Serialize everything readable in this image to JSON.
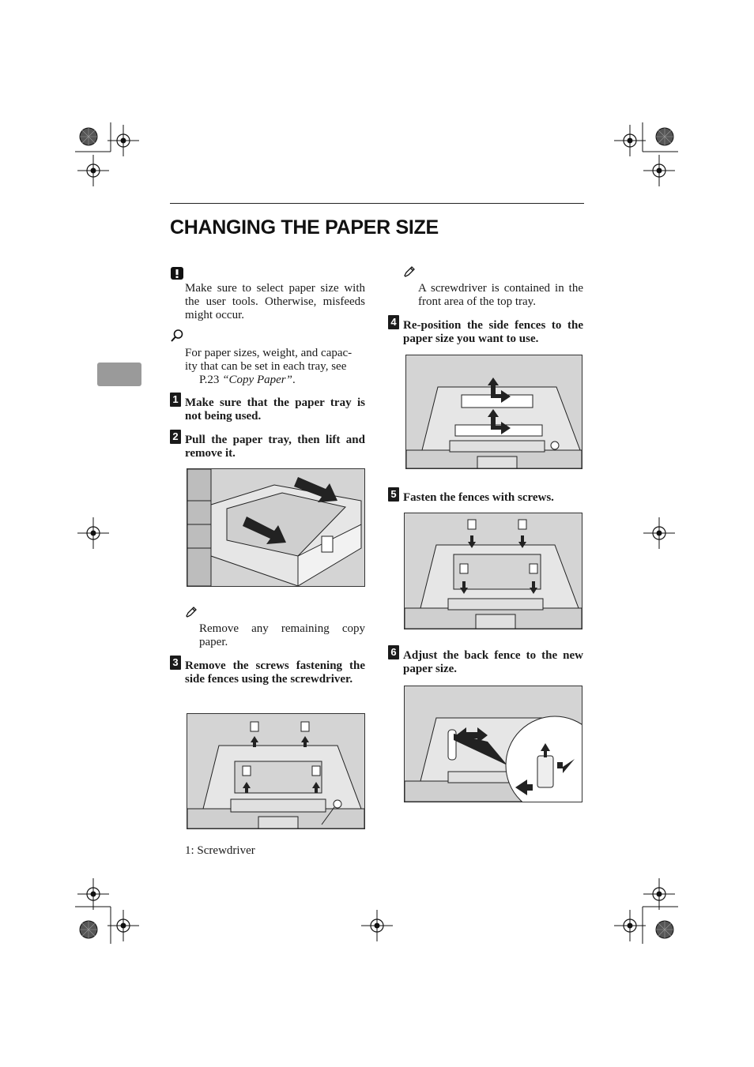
{
  "page": {
    "title": "CHANGING THE PAPER SIZE"
  },
  "left_column": {
    "important_text": "Make sure to select paper size with the user tools. Otherwise, misfeeds might occur.",
    "reference_text_main": "For paper sizes, weight, and capacity that can be set in each tray, see",
    "reference_line1": "For paper sizes, weight, and capac-",
    "reference_line2": "ity that can be set in each tray, see",
    "reference_page": "P.23",
    "reference_link": "“Copy Paper”",
    "reference_end": ".",
    "step1_num": "1",
    "step1_text": "Make sure that the paper tray is not being used.",
    "step2_num": "2",
    "step2_text": "Pull the paper tray, then lift and remove it.",
    "note2_text": "Remove any remaining copy paper.",
    "step3_num": "3",
    "step3_text": "Remove the screws fastening the side fences using the screwdriver.",
    "callout_label": "1: Screwdriver",
    "callout_number": "1"
  },
  "right_column": {
    "note_text": "A screwdriver is contained in the front area of the top tray.",
    "step4_num": "4",
    "step4_text": "Re-position the side fences to the paper size you want to use.",
    "step5_num": "5",
    "step5_text": "Fasten the fences with screws.",
    "step6_num": "6",
    "step6_text": "Adjust the back fence to the new paper size."
  },
  "section_tab": {
    "color": "#9a9a9a"
  }
}
